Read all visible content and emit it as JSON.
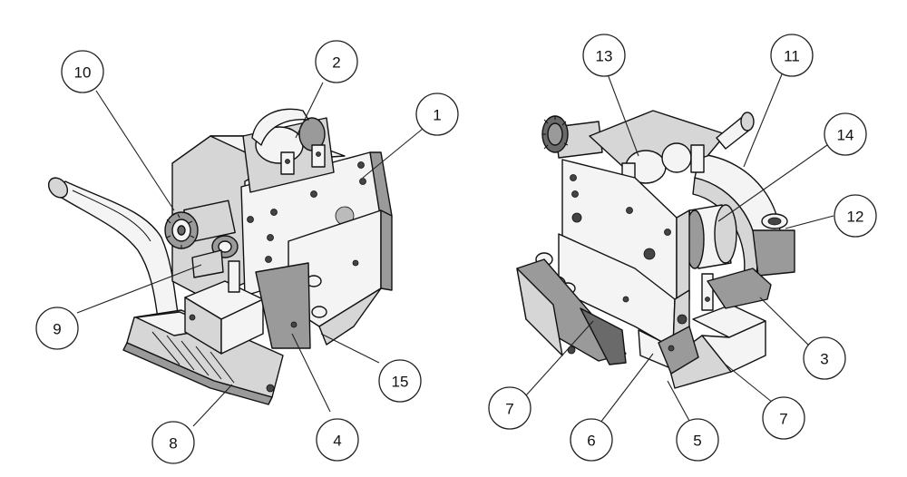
{
  "left_view": {
    "callouts": [
      {
        "id": "c10",
        "label": "10"
      },
      {
        "id": "c2",
        "label": "2"
      },
      {
        "id": "c1",
        "label": "1"
      },
      {
        "id": "c9",
        "label": "9"
      },
      {
        "id": "c15",
        "label": "15"
      },
      {
        "id": "c8",
        "label": "8"
      },
      {
        "id": "c4",
        "label": "4"
      }
    ]
  },
  "right_view": {
    "callouts": [
      {
        "id": "c13",
        "label": "13"
      },
      {
        "id": "c11",
        "label": "11"
      },
      {
        "id": "c14",
        "label": "14"
      },
      {
        "id": "c12",
        "label": "12"
      },
      {
        "id": "c3",
        "label": "3"
      },
      {
        "id": "c7a",
        "label": "7"
      },
      {
        "id": "c6",
        "label": "6"
      },
      {
        "id": "c5",
        "label": "5"
      },
      {
        "id": "c7b",
        "label": "7"
      }
    ]
  }
}
